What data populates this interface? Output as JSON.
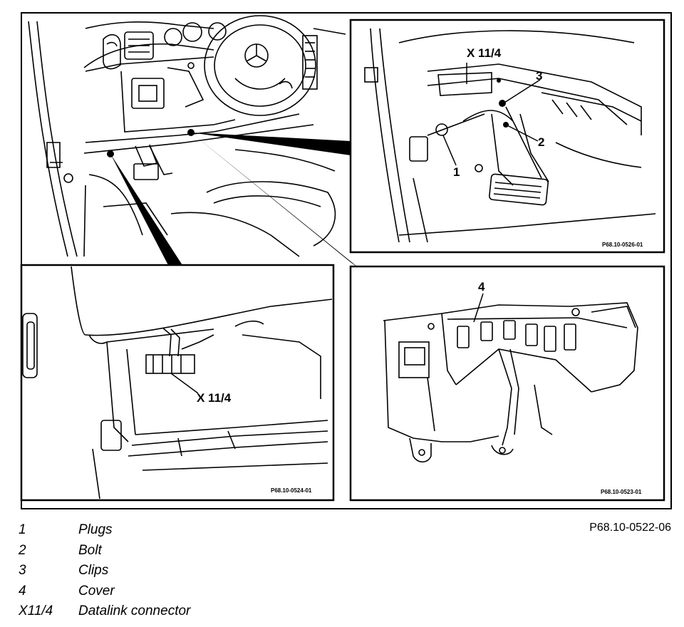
{
  "figure": {
    "code": "P68.10-0522-06",
    "panels": {
      "overview": {
        "ref": ""
      },
      "pedal_detail": {
        "ref": "P68.10-0526-01",
        "callouts": {
          "connector": "X 11/4",
          "c1": "1",
          "c2": "2",
          "c3": "3"
        }
      },
      "connector_detail": {
        "ref": "P68.10-0524-01",
        "callouts": {
          "connector": "X 11/4"
        }
      },
      "cover_detail": {
        "ref": "P68.10-0523-01",
        "callouts": {
          "c4": "4"
        }
      }
    }
  },
  "legend": [
    {
      "key": "1",
      "desc": "Plugs"
    },
    {
      "key": "2",
      "desc": "Bolt"
    },
    {
      "key": "3",
      "desc": "Clips"
    },
    {
      "key": "4",
      "desc": "Cover"
    },
    {
      "key": "X11/4",
      "desc": "Datalink connector"
    }
  ]
}
